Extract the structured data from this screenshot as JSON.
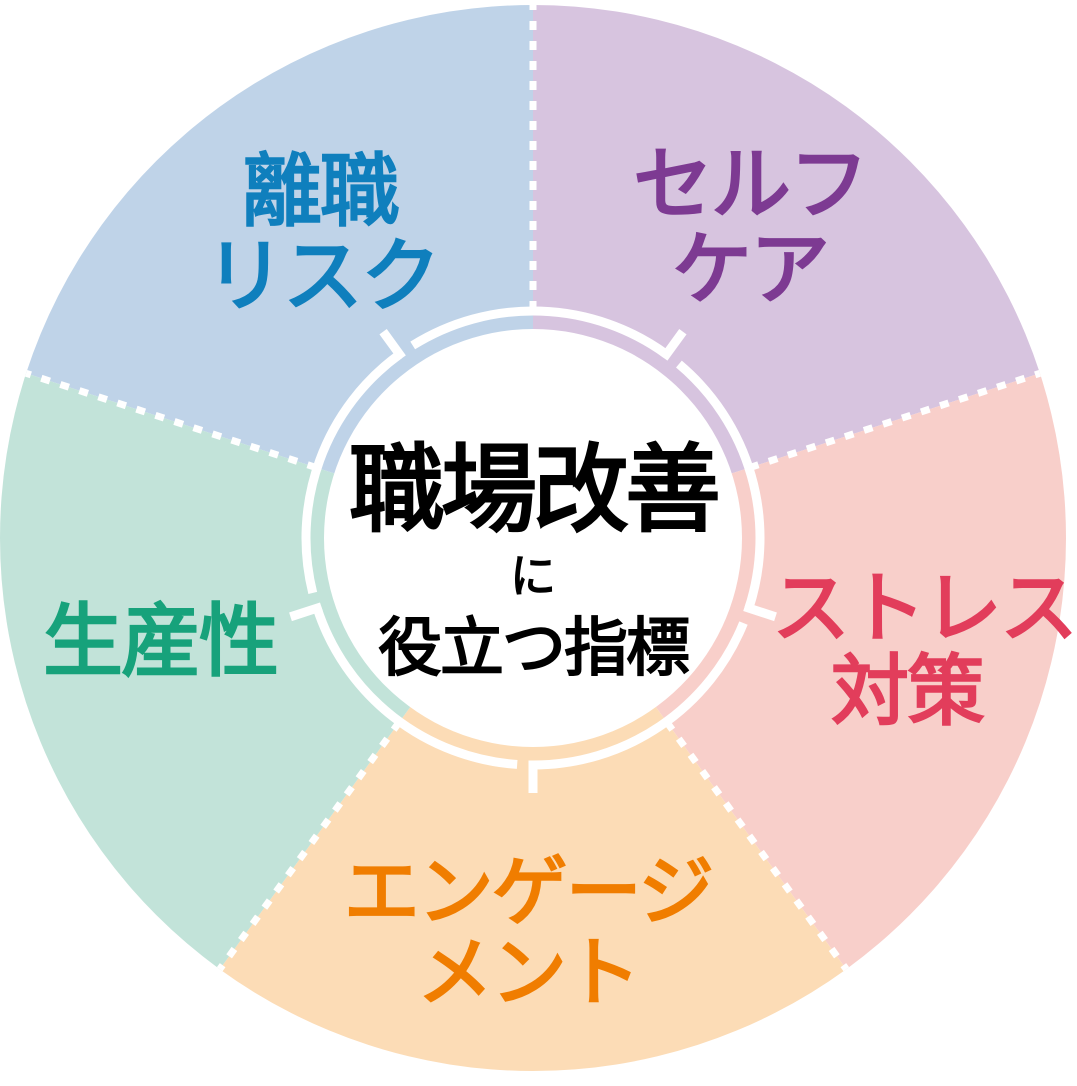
{
  "center": {
    "title": "職場改善",
    "connector": "に",
    "subtitle": "役立つ指標"
  },
  "colors": {
    "center_fill": "#ffffff",
    "divider": "#ffffff",
    "ring": "#ffffff"
  },
  "segments": [
    {
      "id": "turnover-risk",
      "label": "離職\nリスク",
      "fill": "#bfd3e8",
      "text_color": "#0f7fbd"
    },
    {
      "id": "self-care",
      "label": "セルフ\nケア",
      "fill": "#d7c4df",
      "text_color": "#7d3a92"
    },
    {
      "id": "stress-measures",
      "label": "ストレス\n対策",
      "fill": "#f8cfca",
      "text_color": "#e23d5b"
    },
    {
      "id": "engagement",
      "label": "エンゲージ\nメント",
      "fill": "#fcdcb6",
      "text_color": "#f07d00"
    },
    {
      "id": "productivity",
      "label": "生産性",
      "fill": "#c2e3d9",
      "text_color": "#17a27b"
    }
  ]
}
